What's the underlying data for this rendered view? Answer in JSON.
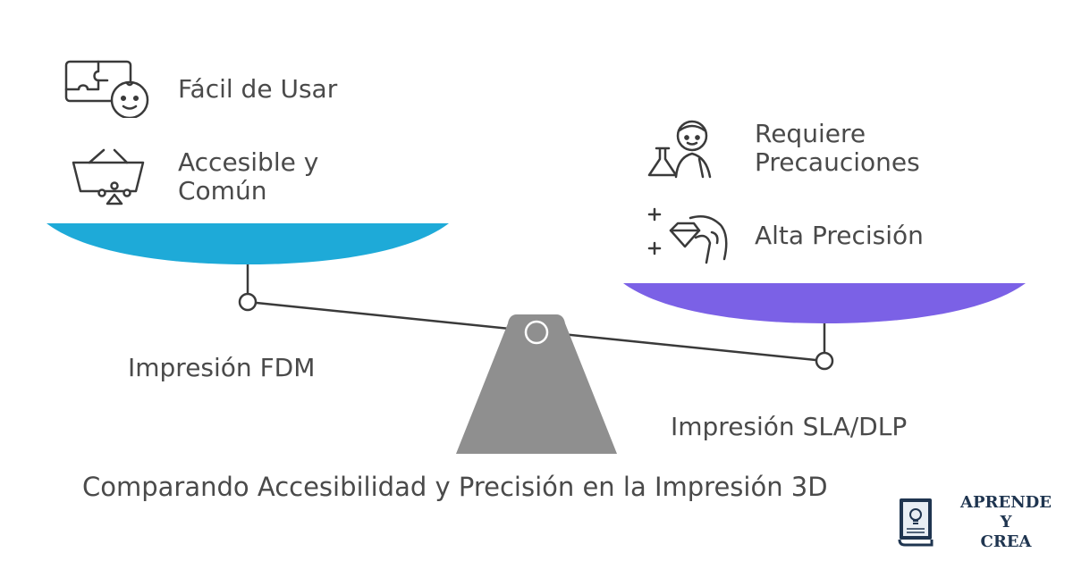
{
  "diagram": {
    "title": "Comparando Accesibilidad y Precisión en la Impresión 3D",
    "left": {
      "name": "Impresión FDM",
      "features": [
        {
          "label": "Fácil de Usar",
          "icon": "puzzle-baby-icon"
        },
        {
          "label_line1": "Accesible y",
          "label_line2": "Común",
          "icon": "basket-paw-icon"
        }
      ],
      "pan_color": "#1eaad8"
    },
    "right": {
      "name": "Impresión SLA/DLP",
      "features": [
        {
          "label_line1": "Requiere",
          "label_line2": "Precauciones",
          "icon": "scientist-flask-icon"
        },
        {
          "label": "Alta Precisión",
          "icon": "diamond-hand-icon"
        }
      ],
      "pan_color": "#7b61e6"
    },
    "fulcrum_color": "#8f8f8f"
  },
  "logo": {
    "line1": "APRENDE",
    "line2": "Y",
    "line3": "CREA",
    "icon": "book-lightbulb-icon"
  }
}
